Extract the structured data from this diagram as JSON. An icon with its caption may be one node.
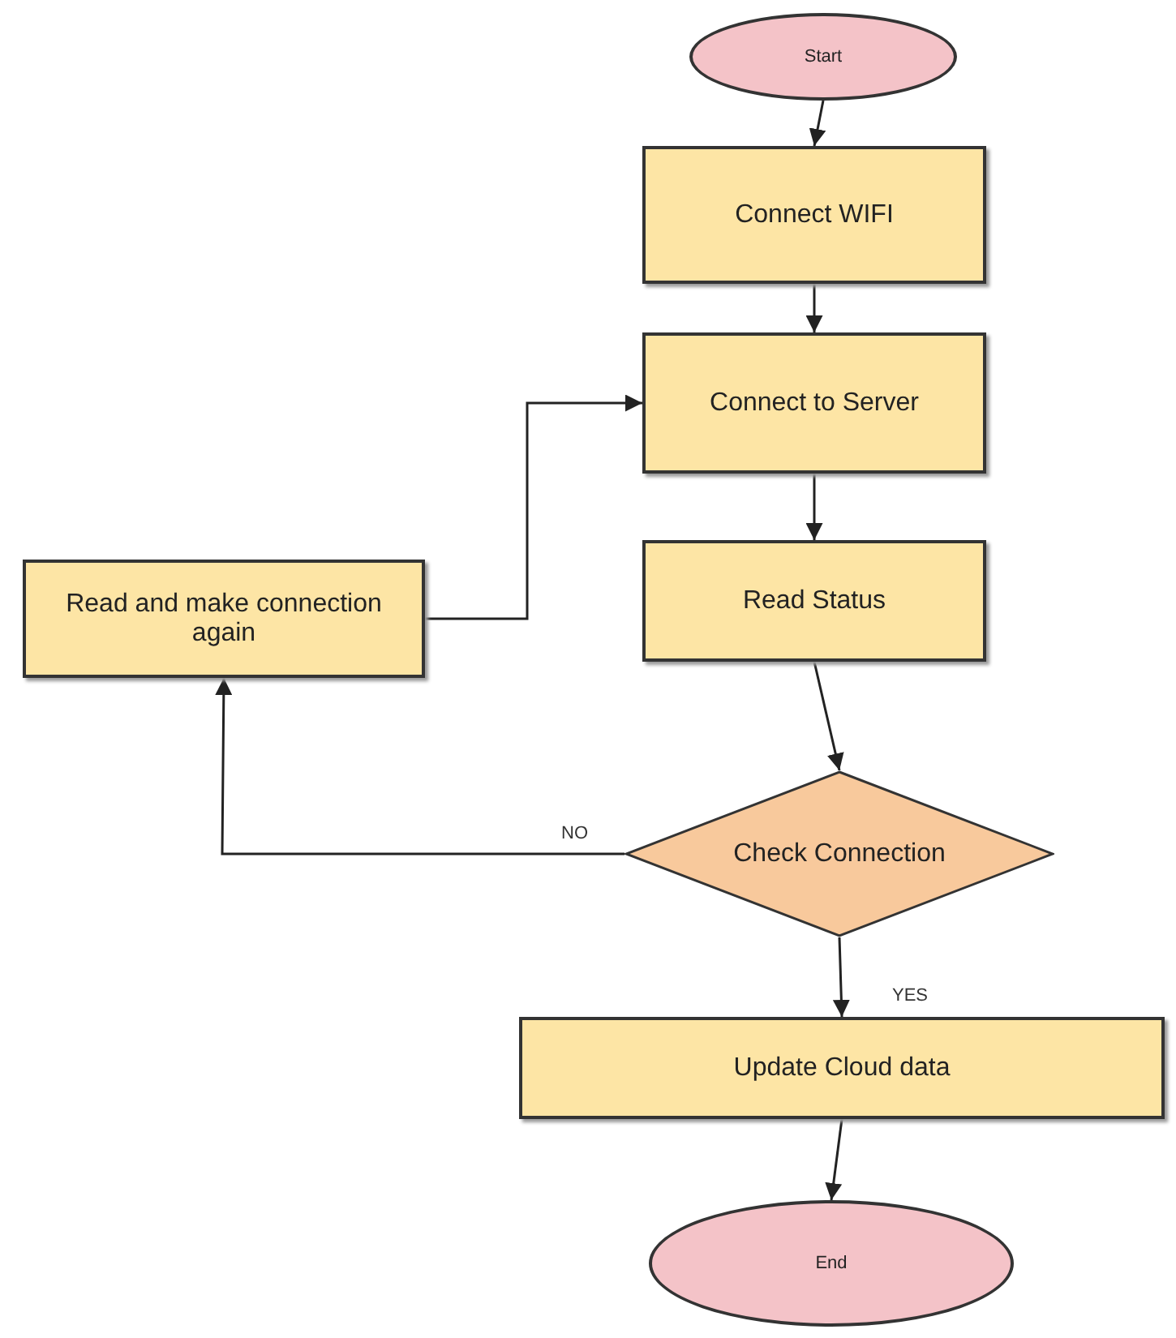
{
  "diagram": {
    "nodes": [
      {
        "text": [
          "Start"
        ]
      },
      {
        "text": [
          "Connect WIFI"
        ]
      },
      {
        "text": [
          "Connect to Server"
        ]
      },
      {
        "text": [
          "Read Status"
        ]
      },
      {
        "text": [
          "Read and make connection again"
        ]
      },
      {
        "text": [
          "Check Connection"
        ]
      },
      {
        "text": [
          "Update Cloud data"
        ]
      },
      {
        "text": [
          "End"
        ]
      }
    ],
    "edges": [
      {
        "from": 0,
        "to": 1,
        "arrow": "to"
      },
      {
        "from": 1,
        "to": 2,
        "arrow": "to"
      },
      {
        "from": 2,
        "to": 3,
        "arrow": "to"
      },
      {
        "from": 3,
        "to": 5,
        "arrow": "to"
      },
      {
        "from": 5,
        "to": 4,
        "label": "NO",
        "arrow": "to"
      },
      {
        "from": 4,
        "to": 2,
        "arrow": "to"
      },
      {
        "from": 5,
        "to": 6,
        "label": "YES",
        "arrow": "to"
      },
      {
        "from": 6,
        "to": 7,
        "arrow": "to"
      }
    ]
  }
}
